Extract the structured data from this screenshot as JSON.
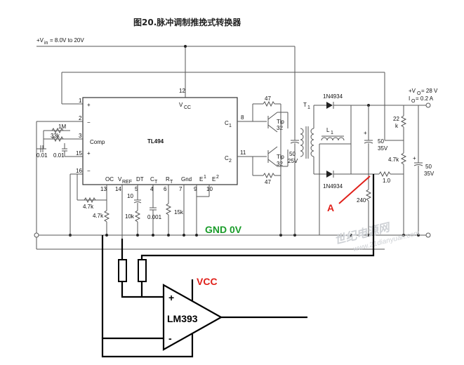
{
  "title": "图20.脉冲调制推挽式转换器",
  "supply_in": "+V",
  "supply_in_sub": "in",
  "supply_in_range": "= 8.0V to 20V",
  "ic": {
    "name": "TL494",
    "vcc": "V",
    "vcc_sub": "CC",
    "comp": "Comp",
    "c1": "C",
    "c1_sub": "1",
    "c2": "C",
    "c2_sub": "2",
    "plus1": "+",
    "minus1": "−",
    "plus2": "+",
    "minus2": "−",
    "oc": "OC",
    "vref": "V",
    "vref_sub": "REF",
    "dt": "DT",
    "ct": "C",
    "ct_sub": "T",
    "rt": "R",
    "rt_sub": "T",
    "gnd": "Gnd",
    "e1": "E",
    "e1_sub": "1",
    "e2": "E",
    "e2_sub": "2"
  },
  "pins": [
    "1",
    "2",
    "3",
    "15",
    "16",
    "12",
    "8",
    "11",
    "13",
    "14",
    "5",
    "4",
    "6",
    "7",
    "9",
    "10"
  ],
  "components": {
    "r_1m": "1M",
    "r_33k": "33k",
    "c_001a": "0.01",
    "c_001b": "0.01",
    "r_47k_a": "4.7k",
    "r_47k_b": "4.7k",
    "c_10": "10",
    "r_10k": "10k",
    "c_0001": "0.001",
    "r_15k": "15k",
    "r_47_top": "47",
    "r_47_bot": "47",
    "q1": "Tip",
    "q1_num": "32",
    "q2": "Tip",
    "q2_num": "32",
    "c_50_25v": "50",
    "c_50_25v_b": "25V",
    "t1": "T",
    "t1_sub": "1",
    "d_top": "1N4934",
    "d_bot": "1N4934",
    "l1": "L",
    "l1_sub": "1",
    "c_50_35v": "50",
    "c_50_35v_b": "35V",
    "r_22k": "22",
    "r_22k_b": "k",
    "r_47k_c": "4.7k",
    "r_240": "240",
    "r_1_0": "1.0",
    "c_50_35v_out": "50",
    "c_50_35v_out_b": "35V"
  },
  "output": {
    "vo": "+V",
    "vo_sub": "O",
    "vo_val": "= 28 V",
    "io": "I",
    "io_sub": "O",
    "io_val": "= 0.2 A"
  },
  "annotations": {
    "point_a": "A",
    "gnd": "GND 0V",
    "vcc": "VCC",
    "comparator": "LM393",
    "plus": "+",
    "minus": "-"
  },
  "watermark": {
    "main": "世纪电源网",
    "url": "www.21dianyuan.com"
  }
}
